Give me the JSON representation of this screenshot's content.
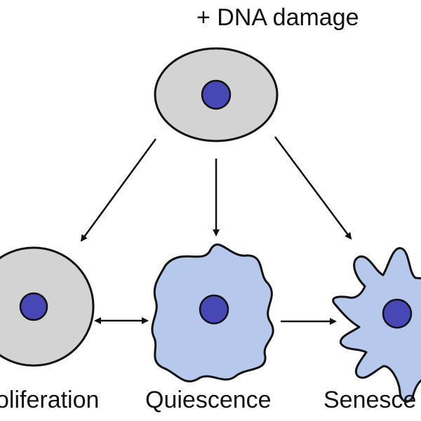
{
  "title": "+ DNA damage",
  "labels": {
    "proliferation": "oliferation",
    "quiescence": "Quiescence",
    "senescence": "Senesce"
  },
  "colors": {
    "normal_cell": "#d3d3d3",
    "altered_cell": "#b6c9ec",
    "nucleus": "#4747b5",
    "outline": "#111111"
  }
}
